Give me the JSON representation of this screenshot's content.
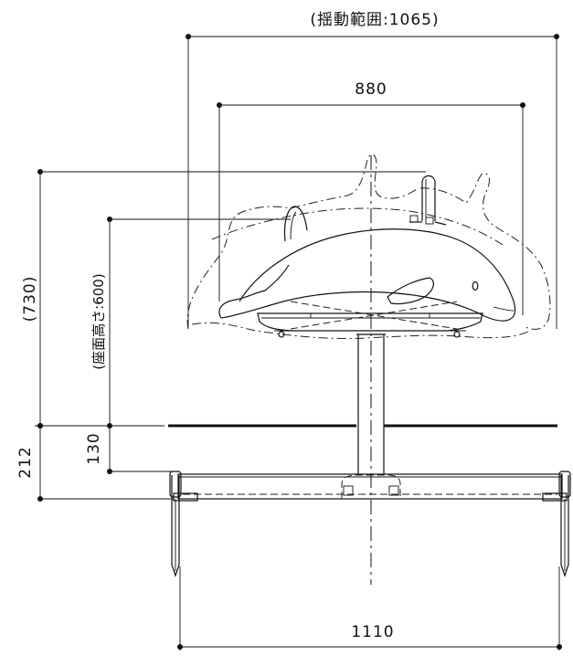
{
  "dimensions": {
    "swing_range": "(揺動範囲:1065)",
    "width_880": "880",
    "height_730": "(730)",
    "seat_height": "(座面高さ:600)",
    "height_212": "212",
    "height_130": "130",
    "base_1110": "1110"
  }
}
